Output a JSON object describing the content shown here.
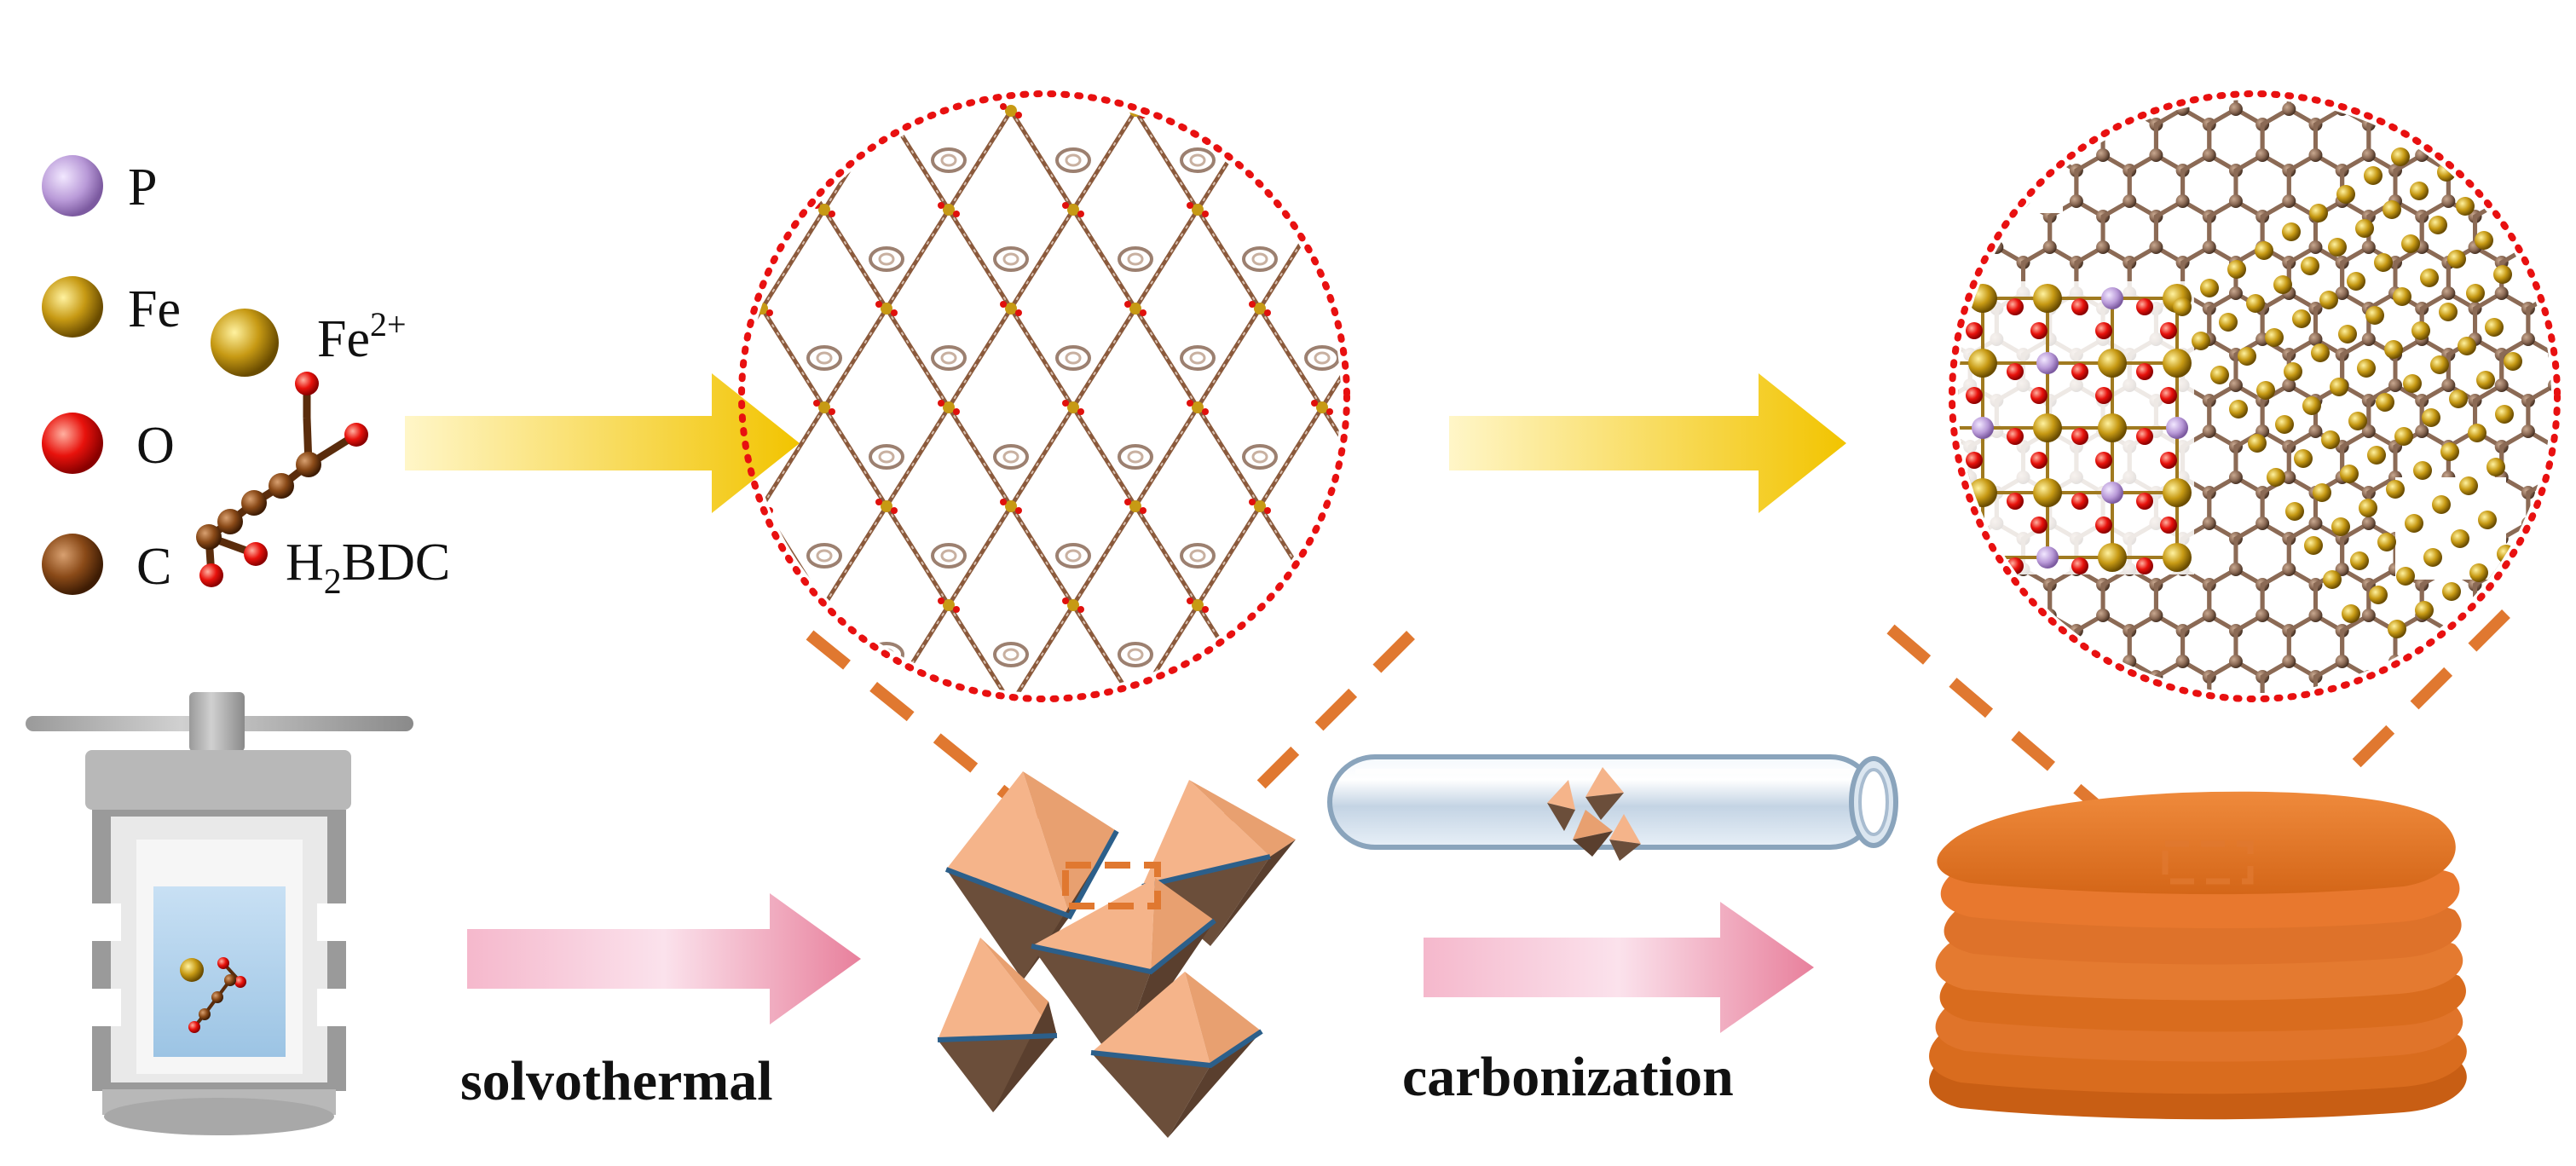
{
  "legend": {
    "items": [
      {
        "key": "P",
        "label": "P",
        "color": "#b99ad8"
      },
      {
        "key": "Fe",
        "label": "Fe",
        "color": "#b8900e"
      },
      {
        "key": "O",
        "label": "O",
        "color": "#e0100c"
      },
      {
        "key": "C",
        "label": "C",
        "color": "#7a3d12"
      }
    ],
    "ion_label": "Fe",
    "ion_charge": "2+",
    "linker_label_prefix": "H",
    "linker_label_sub": "2",
    "linker_label_suffix": "BDC"
  },
  "steps": {
    "step1": "solvothermal",
    "step2": "carbonization"
  },
  "colors": {
    "dotted_circle": "#e81010",
    "dash_connector": "#e07830",
    "arrow_top_start": "#fff6c0",
    "arrow_top_end": "#f4c800",
    "arrow_bottom_start": "#f8c8d8",
    "arrow_bottom_end": "#e8809c",
    "octahedron_light": "#f5b48a",
    "octahedron_dark": "#6b4e3a",
    "octahedron_edge": "#2c5f8a",
    "sheet_color": "#e8782e",
    "carbon_bond": "#8b6a55"
  },
  "icons": [
    "autoclave-icon",
    "tube-furnace-icon",
    "mof-crystal-icon",
    "carbon-sheet-icon"
  ]
}
